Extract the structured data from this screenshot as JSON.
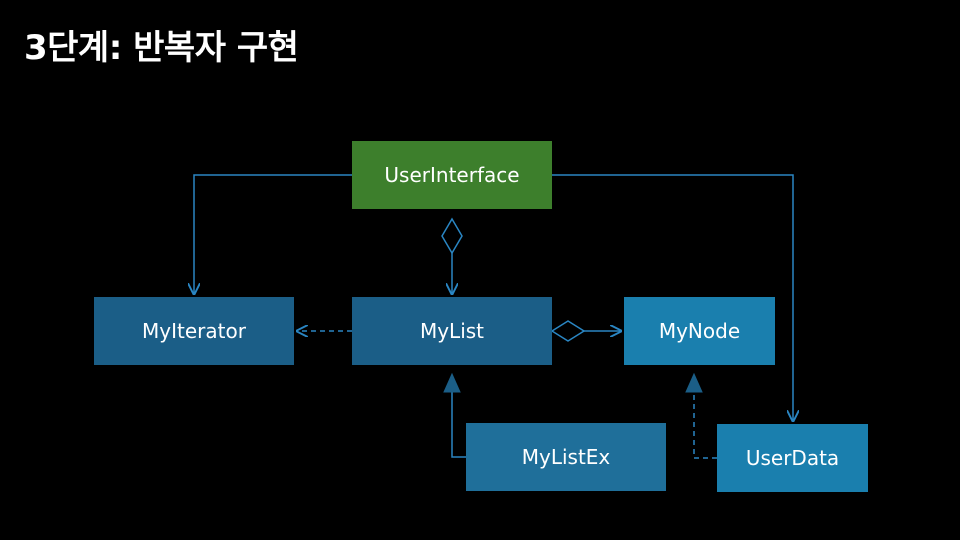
{
  "slide": {
    "title": "3단계: 반복자 구현"
  },
  "classes": {
    "user_interface": "UserInterface",
    "my_iterator": "MyIterator",
    "my_list": "MyList",
    "my_node": "MyNode",
    "my_list_ex": "MyListEx",
    "user_data": "UserData"
  },
  "colors": {
    "background": "#000000",
    "green_box": "#3d7f2c",
    "dark_blue_box": "#1b5e87",
    "mid_blue_box": "#1f6f9a",
    "light_blue_box": "#1a7fae",
    "connector": "#2a86c3"
  }
}
